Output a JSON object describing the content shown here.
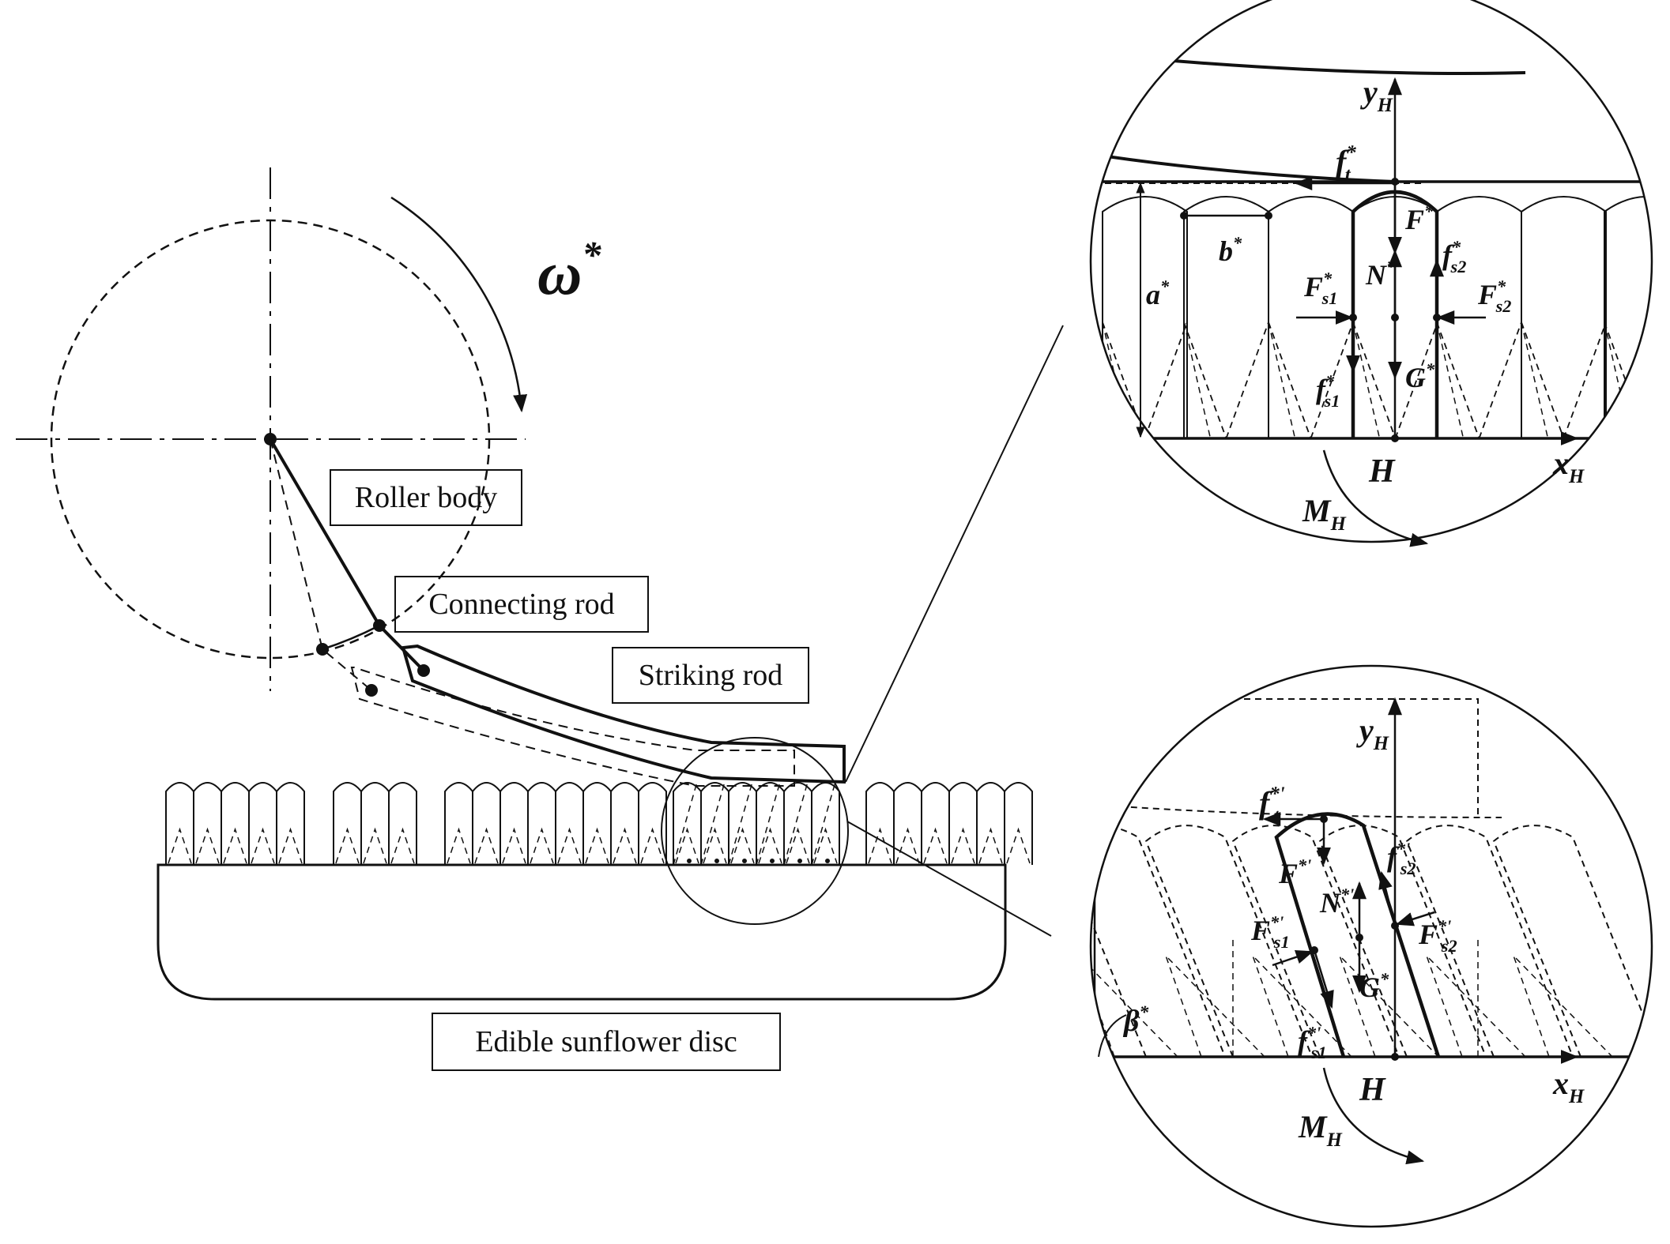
{
  "labels": {
    "roller_body": "Roller body",
    "connecting_rod": "Connecting rod",
    "striking_rod": "Striking rod",
    "sunflower_disc": "Edible sunflower disc"
  },
  "omega": {
    "base": "ω",
    "sup": "*"
  },
  "top_detail": {
    "yH": {
      "base": "y",
      "sub": "H"
    },
    "xH": {
      "base": "x",
      "sub": "H"
    },
    "H": "H",
    "MH": {
      "base": "M",
      "sub": "H"
    },
    "ft": {
      "base": "f",
      "sub": "t",
      "sup": "*"
    },
    "F": {
      "base": "F",
      "sup": "*"
    },
    "N": {
      "base": "N",
      "sup": "*"
    },
    "G": {
      "base": "G",
      "sup": "*"
    },
    "a": {
      "base": "a",
      "sup": "*"
    },
    "b": {
      "base": "b",
      "sup": "*"
    },
    "Fs1": {
      "base": "F",
      "sub": "s1",
      "sup": "*"
    },
    "Fs2": {
      "base": "F",
      "sub": "s2",
      "sup": "*"
    },
    "fs1": {
      "base": "f",
      "sub": "s1",
      "sup": "*"
    },
    "fs2": {
      "base": "f",
      "sub": "s2",
      "sup": "*"
    }
  },
  "bottom_detail": {
    "yH": {
      "base": "y",
      "sub": "H"
    },
    "xH": {
      "base": "x",
      "sub": "H"
    },
    "H": "H",
    "MH": {
      "base": "M",
      "sub": "H"
    },
    "ft": {
      "base": "f",
      "sub": "t",
      "sup": "*'"
    },
    "F": {
      "base": "F",
      "sup": "*'"
    },
    "N": {
      "base": "N",
      "sup": "*'"
    },
    "G": {
      "base": "G",
      "sup": "*"
    },
    "beta": {
      "base": "β",
      "sup": "*"
    },
    "Fs1": {
      "base": "F",
      "sub": "s1",
      "sup": "*'"
    },
    "Fs2": {
      "base": "F",
      "sub": "s2",
      "sup": "*'"
    },
    "fs1": {
      "base": "f",
      "sub": "s1",
      "sup": "*'"
    },
    "fs2": {
      "base": "f",
      "sub": "s2",
      "sup": "*'"
    }
  }
}
